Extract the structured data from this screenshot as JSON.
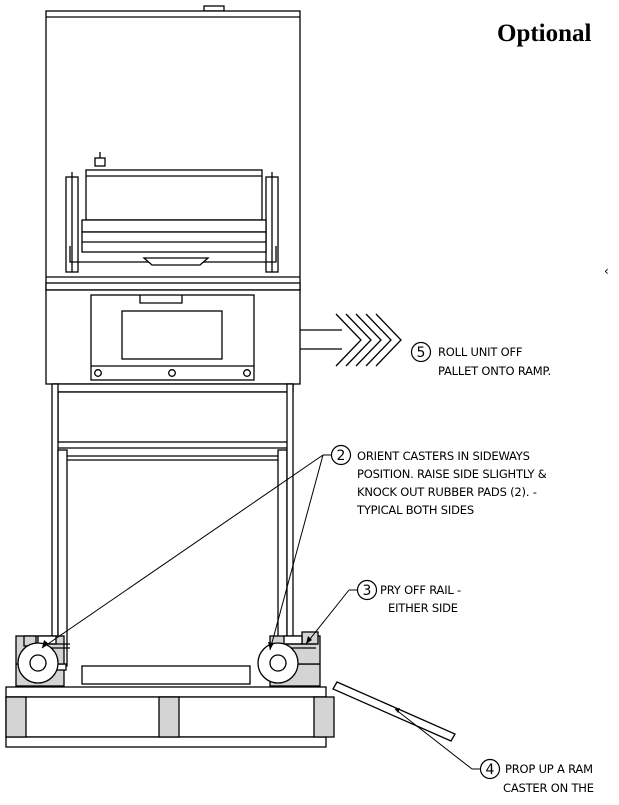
{
  "heading": "Optional",
  "stray_mark": "‹",
  "callouts": [
    {
      "number": "5",
      "lines": [
        "ROLL UNIT OFF",
        "PALLET ONTO RAMP."
      ]
    },
    {
      "number": "2",
      "lines": [
        "ORIENT CASTERS IN SIDEWAYS",
        "POSITION. RAISE SIDE SLIGHTLY &",
        "KNOCK OUT RUBBER PADS (2). -",
        "TYPICAL BOTH SIDES"
      ]
    },
    {
      "number": "3",
      "lines": [
        "PRY OFF RAIL -",
        "EITHER SIDE"
      ]
    },
    {
      "number": "4",
      "lines": [
        "PROP UP A RAM",
        "CASTER ON THE"
      ]
    }
  ],
  "colors": {
    "line": "#000000",
    "shade": "#d4d4d4",
    "paper": "#ffffff"
  }
}
